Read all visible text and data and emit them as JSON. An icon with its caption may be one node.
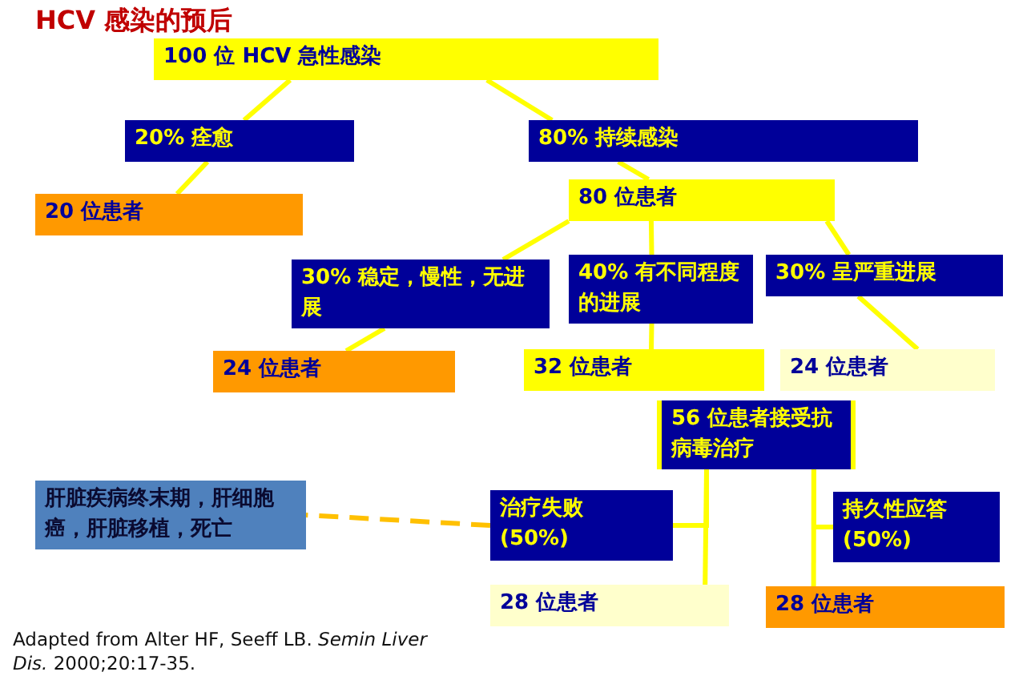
{
  "diagram": {
    "title": "HCV 感染的预后",
    "caption": "Adapted from Alter HF, Seeff LB. *Semin Liver Dis.* 2000;20:17-35.",
    "nodes": [
      {
        "text": [
          "100 位 HCV 急性感染"
        ]
      },
      {
        "text": [
          "20% 痊愈"
        ]
      },
      {
        "text": [
          "80% 持续感染"
        ]
      },
      {
        "text": [
          "20 位患者"
        ]
      },
      {
        "text": [
          "80 位患者"
        ]
      },
      {
        "text": [
          "30% 稳定，慢性，无进展"
        ]
      },
      {
        "text": [
          "40% 有不同程度的进展"
        ]
      },
      {
        "text": [
          "30% 呈严重进展"
        ]
      },
      {
        "text": [
          "24 位患者"
        ]
      },
      {
        "text": [
          "32 位患者"
        ]
      },
      {
        "text": [
          "24 位患者"
        ]
      },
      {
        "text": [
          "56 位患者接受抗病毒治疗"
        ]
      },
      {
        "text": [
          "肝脏疾病终末期，肝细胞癌，肝脏移植，死亡"
        ]
      },
      {
        "text": [
          "治疗失败 (50%)"
        ]
      },
      {
        "text": [
          "持久性应答 (50%)"
        ]
      },
      {
        "text": [
          "28 位患者"
        ]
      },
      {
        "text": [
          "28 位患者"
        ]
      }
    ],
    "edges": [
      {
        "from": 0,
        "to": 1,
        "arrow": "none"
      },
      {
        "from": 0,
        "to": 2,
        "arrow": "none"
      },
      {
        "from": 1,
        "to": 3,
        "arrow": "none"
      },
      {
        "from": 2,
        "to": 4,
        "arrow": "none"
      },
      {
        "from": 4,
        "to": 5,
        "arrow": "none"
      },
      {
        "from": 4,
        "to": 6,
        "arrow": "none"
      },
      {
        "from": 4,
        "to": 7,
        "arrow": "none"
      },
      {
        "from": 5,
        "to": 8,
        "arrow": "none"
      },
      {
        "from": 6,
        "to": 9,
        "arrow": "none"
      },
      {
        "from": 7,
        "to": 10,
        "arrow": "none"
      },
      {
        "from": 11,
        "to": 15,
        "arrow": "none"
      },
      {
        "from": 11,
        "to": 13,
        "arrow": "none"
      },
      {
        "from": 11,
        "to": 16,
        "arrow": "none"
      },
      {
        "from": 11,
        "to": 14,
        "arrow": "none"
      },
      {
        "from": 13,
        "to": 12,
        "arrow": "none",
        "style": "dashed",
        "color": "#ffc000"
      }
    ]
  }
}
